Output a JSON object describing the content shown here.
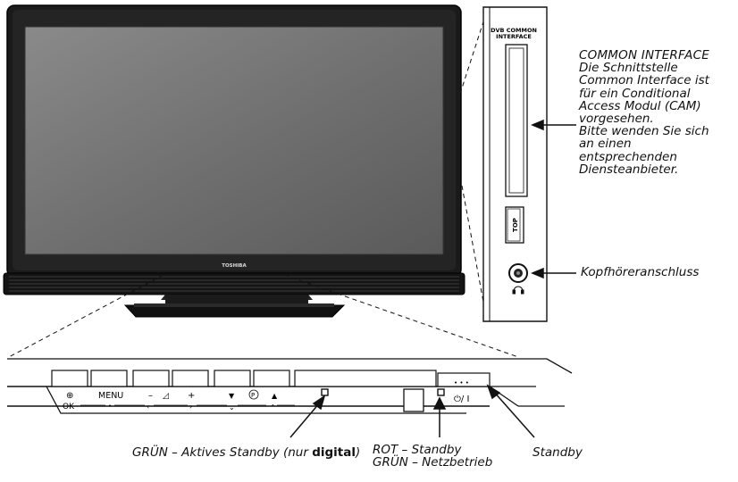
{
  "tv": {
    "brand": "TOSHIBA",
    "slot_label_line1": "DVB COMMON",
    "slot_label_line2": "INTERFACE",
    "card_label": "TOP"
  },
  "callouts": {
    "common_interface": [
      "COMMON INTERFACE",
      "Die Schnittstelle",
      "Common Interface ist",
      "für ein Conditional",
      "Access Modul (CAM)",
      "vorgesehen.",
      "Bitte wenden Sie sich",
      "an einen",
      "entsprechenden",
      "Diensteanbieter."
    ],
    "headphone": "Kopfhöreranschluss",
    "green_active_prefix": "GRÜN – Aktives Standby (nur ",
    "green_active_bold": "digital",
    "green_active_suffix": ")",
    "red_standby": "ROT – Standby",
    "green_power": "GRÜN – Netzbetrieb",
    "standby": "Standby"
  },
  "controls": {
    "menu": "MENU",
    "ok": "OK",
    "minus": "–",
    "plus": "+",
    "p": "P",
    "power": "⏻/ I"
  }
}
